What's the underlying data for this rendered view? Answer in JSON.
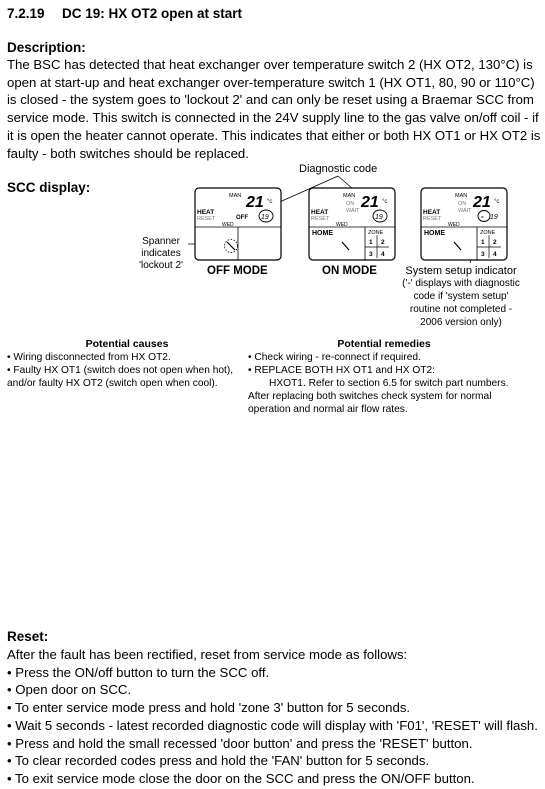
{
  "heading": {
    "number": "7.2.19",
    "title": "DC 19: HX OT2 open at start"
  },
  "description": {
    "label": "Description:",
    "lines": [
      "The BSC has detected that heat exchanger over temperature switch 2 (HX OT2, 130°C) is",
      "open at start-up and heat exchanger over-temperature switch 1 (HX OT1, 80, 90 or 110°C)",
      "is closed - the system goes to 'lockout 2' and can only be reset using a Braemar SCC from",
      "service mode. This switch is connected in the 24V supply line to the gas valve on/off coil - if",
      "it is open the heater cannot operate. This indicates that either or both HX OT1 or HX OT2 is",
      "faulty - both switches should be replaced."
    ]
  },
  "scc": {
    "label": "SCC display:",
    "diag_label": "Diagnostic code",
    "spanner_lines": [
      "Spanner",
      "indicates",
      "'lockout 2'"
    ],
    "modes": {
      "off": "OFF MODE",
      "on": "ON MODE"
    },
    "system_lines": [
      "System setup indicator",
      "('-' displays with diagnostic",
      "code if 'system setup'",
      "routine not completed -",
      "2006 version only)"
    ],
    "lcd": {
      "man": "MAN",
      "temp": "21",
      "unit": "°c",
      "code": "19",
      "heat": "HEAT",
      "reset": "RESET",
      "off": "OFF",
      "wed": "WED",
      "home": "HOME",
      "zone": "ZONE",
      "on": "ON",
      "wait": "WAIT",
      "dash": "-",
      "zones": [
        "1",
        "2",
        "3",
        "4"
      ]
    }
  },
  "causes": {
    "title": "Potential causes",
    "lines": [
      "• Wiring disconnected from HX OT2.",
      "• Faulty HX OT1 (switch does not open when hot),",
      "and/or faulty HX OT2 (switch open when cool)."
    ]
  },
  "remedies": {
    "title": "Potential remedies",
    "lines": [
      "• Check wiring - re-connect if required.",
      "• REPLACE BOTH HX OT1 and HX OT2:",
      "HXOT1. Refer to section 6.5 for switch part numbers.",
      "After replacing both switches check system for normal",
      "operation and normal air flow rates."
    ]
  },
  "reset": {
    "label": "Reset:",
    "intro": "After the fault has been rectified, reset from service mode as follows:",
    "steps": [
      "• Press the ON/off button to turn the SCC off.",
      "• Open door on SCC.",
      "• To enter service mode press and hold 'zone 3' button for 5 seconds.",
      "• Wait 5 seconds - latest recorded diagnostic code will display with 'F01', 'RESET' will flash.",
      "• Press and hold the small recessed 'door button' and press the 'RESET' button.",
      "• To clear recorded codes press and hold the 'FAN' button for 5 seconds.",
      "• To exit service mode close the door on the SCC and press the ON/OFF button."
    ]
  }
}
